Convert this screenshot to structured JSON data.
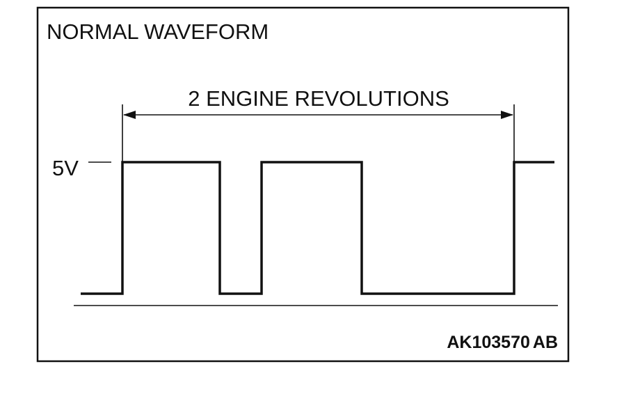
{
  "diagram": {
    "title": "NORMAL WAVEFORM",
    "span_label": "2 ENGINE REVOLUTIONS",
    "voltage_label": "5V",
    "figure_id_main": "AK103570",
    "figure_id_suffix": "AB"
  },
  "waveform": {
    "signal": "square pulse",
    "levels": [
      "low",
      "5V"
    ],
    "pulses_per_span": 2,
    "high_segments": 3
  }
}
